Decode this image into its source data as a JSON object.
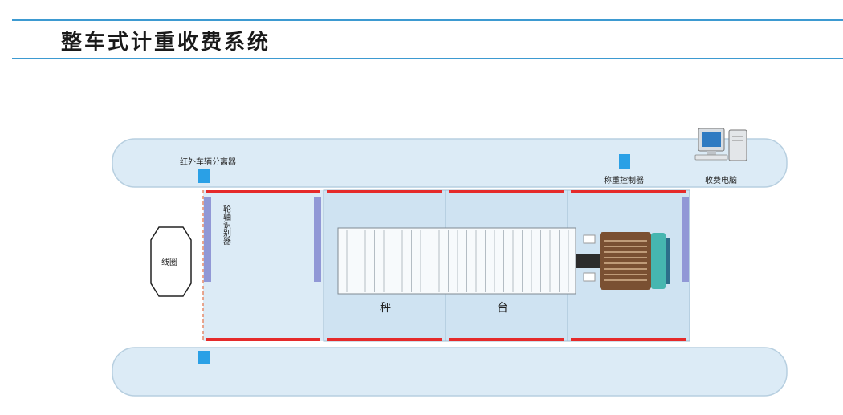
{
  "title": "整车式计重收费系统",
  "labels": {
    "ir_separator": "红外车辆分离器",
    "weigh_controller": "称重控制器",
    "toll_pc": "收费电脑",
    "axle_detector": "轮轴识别器",
    "loop": "线圈",
    "platform_left": "秤",
    "platform_right": "台"
  },
  "colors": {
    "lane": "#dcebf6",
    "platform": "#cfe3f2",
    "rail": "#e52a2a",
    "sensor": "#2aa0e6",
    "axle_bar": "#9198d6"
  }
}
